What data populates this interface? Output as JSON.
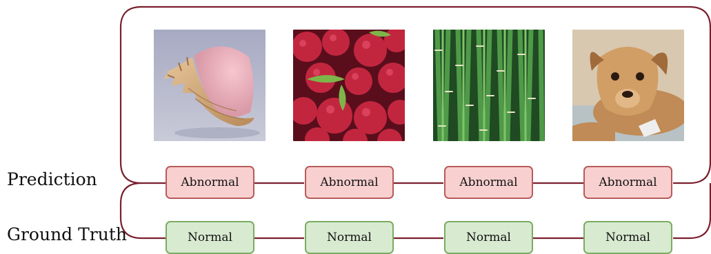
{
  "row_labels": {
    "prediction": "Prediction",
    "ground_truth": "Ground Truth"
  },
  "images": [
    {
      "subject": "conch-shell",
      "prediction": "Abnormal",
      "ground_truth": "Normal"
    },
    {
      "subject": "raspberries",
      "prediction": "Abnormal",
      "ground_truth": "Normal"
    },
    {
      "subject": "horsetail-reeds",
      "prediction": "Abnormal",
      "ground_truth": "Normal"
    },
    {
      "subject": "puppy",
      "prediction": "Abnormal",
      "ground_truth": "Normal"
    }
  ],
  "colors": {
    "connector": "#7a1f2e",
    "prediction_fill": "#f8d0d0",
    "prediction_border": "#b85a5a",
    "ground_truth_fill": "#d8ead0",
    "ground_truth_border": "#7aab62"
  }
}
